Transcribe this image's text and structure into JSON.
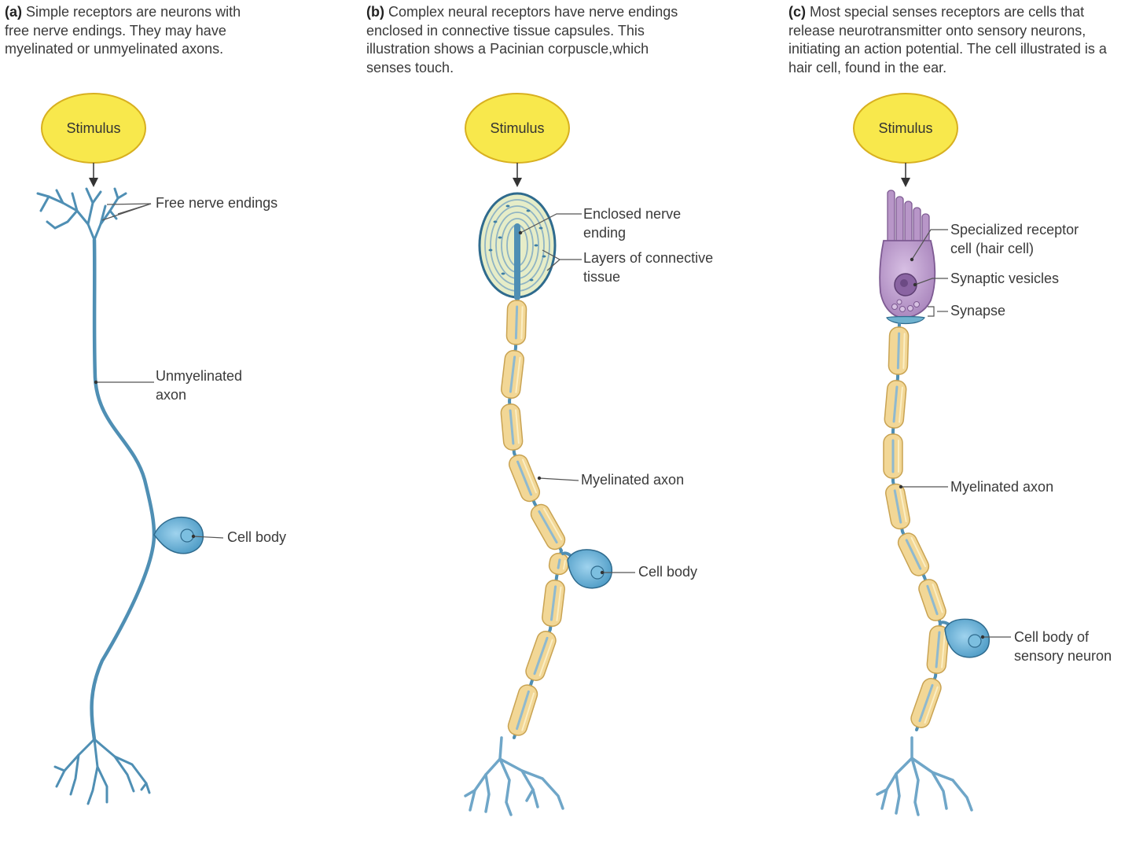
{
  "colors": {
    "stimulus_fill": "#f8e84c",
    "stimulus_stroke": "#d8b020",
    "neuron": "#4f8fb4",
    "neuron_dark": "#2f6b8e",
    "cell_body": "#6cb4d8",
    "myelin": "#f2d796",
    "myelin_stroke": "#c9a352",
    "hair_cell": "#b896c8",
    "capsule": "#e6edc8",
    "text": "#333333"
  },
  "panels": [
    {
      "letter": "(a)",
      "caption": "Simple receptors are neurons with free nerve endings. They may have myelinated or unmyelinated axons.",
      "stimulus": "Stimulus",
      "labels": {
        "free_endings": "Free nerve endings",
        "axon": "Unmyelinated\naxon",
        "cell_body": "Cell body"
      }
    },
    {
      "letter": "(b)",
      "caption": "Complex neural receptors have nerve endings enclosed in connective tissue capsules. This illustration shows a Pacinian corpuscle,which senses touch.",
      "stimulus": "Stimulus",
      "labels": {
        "enclosed": "Enclosed nerve\nending",
        "layers": "Layers of connective\ntissue",
        "axon": "Myelinated axon",
        "cell_body": "Cell body"
      }
    },
    {
      "letter": "(c)",
      "caption": "Most special senses receptors are cells that release neurotransmitter onto sensory neurons, initiating an action potential. The cell illustrated is a hair cell, found in the ear.",
      "stimulus": "Stimulus",
      "labels": {
        "receptor": "Specialized receptor\ncell (hair cell)",
        "vesicles": "Synaptic vesicles",
        "synapse": "Synapse",
        "axon": "Myelinated axon",
        "cell_body": "Cell body of\nsensory neuron"
      }
    }
  ]
}
